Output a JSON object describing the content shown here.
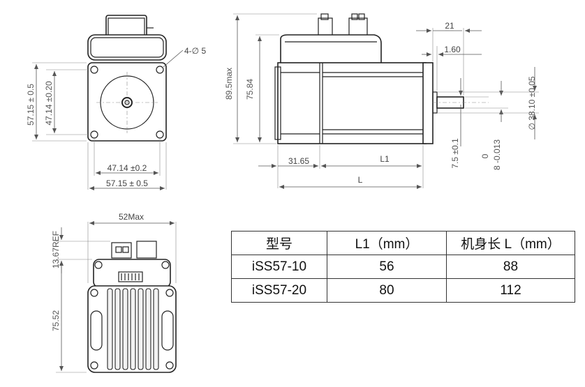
{
  "front_view": {
    "hole_label": "4-∅ 5",
    "dim_flange_v": "57.15 ± 0.5",
    "dim_hole_spacing_v": "47.14 ±0.20",
    "dim_hole_spacing_h": "47.14 ±0.2",
    "dim_flange_h": "57.15 ± 0.5"
  },
  "side_view": {
    "dim_total_height": "89.5max",
    "dim_body_height": "75.84",
    "dim_21": "21",
    "dim_1_60": "1.60",
    "dim_7_5": "7.5 ±0.1",
    "dim_shaft_tol_0": "0",
    "dim_shaft_dia": "8 -0.013",
    "dim_pilot": "∅ 38.10 ±0.05",
    "dim_31_65": "31.65",
    "dim_L1": "L1",
    "dim_L": "L"
  },
  "rear_view": {
    "dim_width": "52Max",
    "dim_13_67": "13.67REF",
    "dim_75_52": "75.52"
  },
  "table": {
    "headers": [
      "型号",
      "L1（mm）",
      "机身长 L（mm）"
    ],
    "rows": [
      [
        "iSS57-10",
        "56",
        "88"
      ],
      [
        "iSS57-20",
        "80",
        "112"
      ]
    ]
  }
}
